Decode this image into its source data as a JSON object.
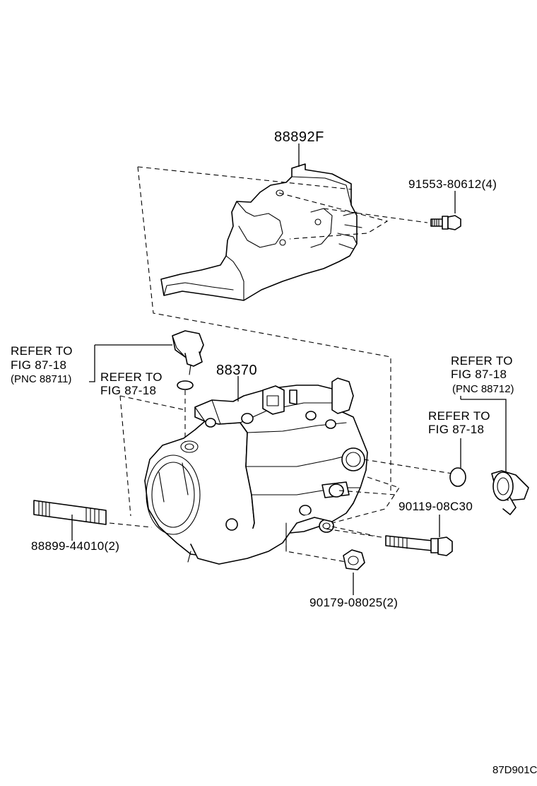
{
  "callouts": {
    "bracket": "88892F",
    "bracket_bolt": "91553-80612(4)",
    "compressor": "88370",
    "stud_bolt": "88899-44010(2)",
    "flange_bolt": "90119-08C30",
    "nut": "90179-08025(2)"
  },
  "refer_left_outer": {
    "line1": "REFER TO",
    "line2": "FIG 87-18",
    "line3": "(PNC 88711)"
  },
  "refer_left_inner": {
    "line1": "REFER TO",
    "line2": "FIG 87-18"
  },
  "refer_right_outer": {
    "line1": "REFER TO",
    "line2": "FIG 87-18",
    "line3": "(PNC 88712)"
  },
  "refer_right_inner": {
    "line1": "REFER TO",
    "line2": "FIG 87-18"
  },
  "figure_code": "87D901C"
}
